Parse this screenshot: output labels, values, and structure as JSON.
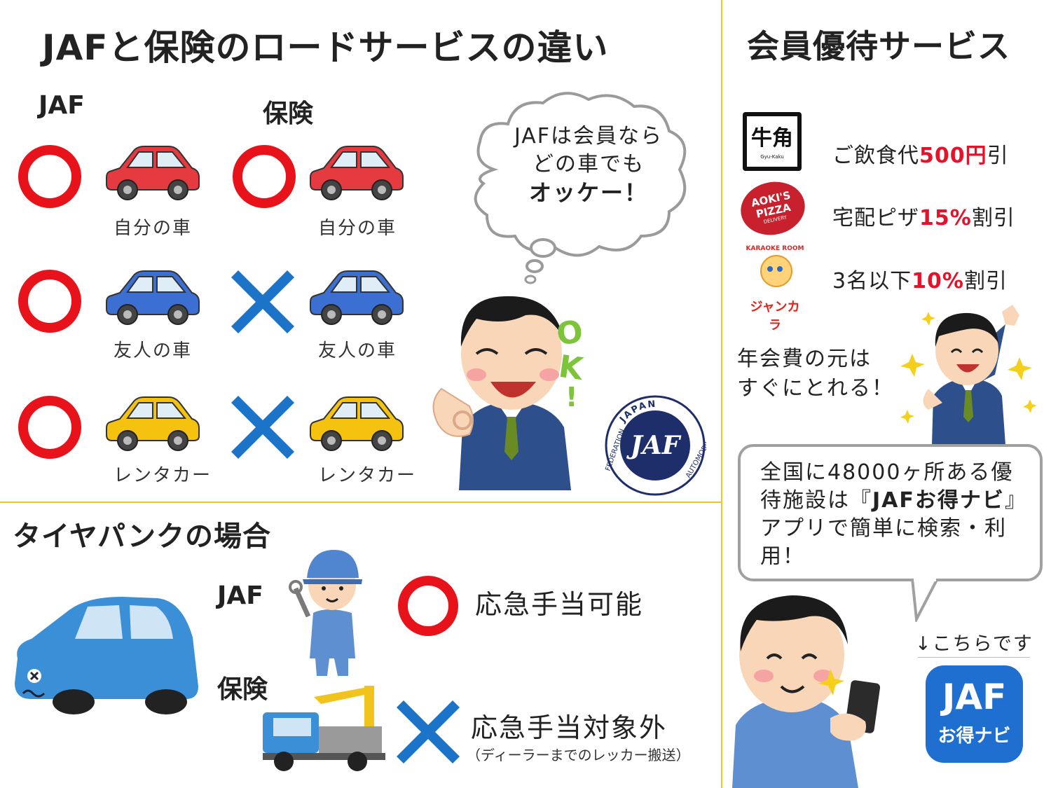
{
  "header": {
    "main_title": "JAFと保険のロードサービスの違い",
    "side_title": "会員優待サービス"
  },
  "comparison": {
    "col_jaf": "JAF",
    "col_insurance": "保険",
    "rows": [
      {
        "jaf": "ok",
        "insurance": "ok",
        "label_jaf": "自分の車",
        "label_ins": "自分の車",
        "car_color": "#e53a3f"
      },
      {
        "jaf": "ok",
        "insurance": "ng",
        "label_jaf": "友人の車",
        "label_ins": "友人の車",
        "car_color": "#3b6fd1"
      },
      {
        "jaf": "ok",
        "insurance": "ng",
        "label_jaf": "レンタカー",
        "label_ins": "レンタカー",
        "car_color": "#f5c20f"
      }
    ]
  },
  "thought": {
    "line1": "JAFは会員なら",
    "line2": "どの車でも",
    "line3": "オッケー！",
    "ok_mark": "OK!"
  },
  "logo": {
    "text_top": "JAPAN",
    "text_right": "AUTOMOBILE",
    "text_left": "FEDERATION",
    "mono": "JAF"
  },
  "tire": {
    "title": "タイヤパンクの場合",
    "jaf_label": "JAF",
    "ins_label": "保険",
    "jaf_result": "応急手当可能",
    "ins_result": "応急手当対象外",
    "ins_note": "（ディーラーまでのレッカー搬送）"
  },
  "perks": [
    {
      "logo": "牛角",
      "logo_sub": "Gyu-Kaku",
      "pre": "ご飲食代",
      "hl": "500円",
      "post": "引"
    },
    {
      "logo": "AOKI'S PIZZA",
      "logo_sub": "DELIVERY",
      "pre": "宅配ピザ",
      "hl": "15%",
      "post": "割引"
    },
    {
      "logo": "ジャンカラ",
      "logo_sub": "KARAOKE ROOM",
      "pre": "3名以下",
      "hl": "10%",
      "post": "割引"
    }
  ],
  "member": {
    "line1": "年会費の元は",
    "line2": "すぐにとれる！"
  },
  "speech": {
    "text_a": "全国に48000ヶ所ある優待施設は『",
    "text_bold": "JAFお得ナビ",
    "text_b": "』アプリで簡単に検索・利用！"
  },
  "app": {
    "link_text": "↓こちらです",
    "icon_line1": "JAF",
    "icon_line2": "お得ナビ"
  },
  "colors": {
    "divider": "#f2c12e",
    "ok_red": "#e8121b",
    "ng_blue": "#1c74c8",
    "highlight": "#e5122a",
    "app_bg": "#1f6fd1"
  }
}
